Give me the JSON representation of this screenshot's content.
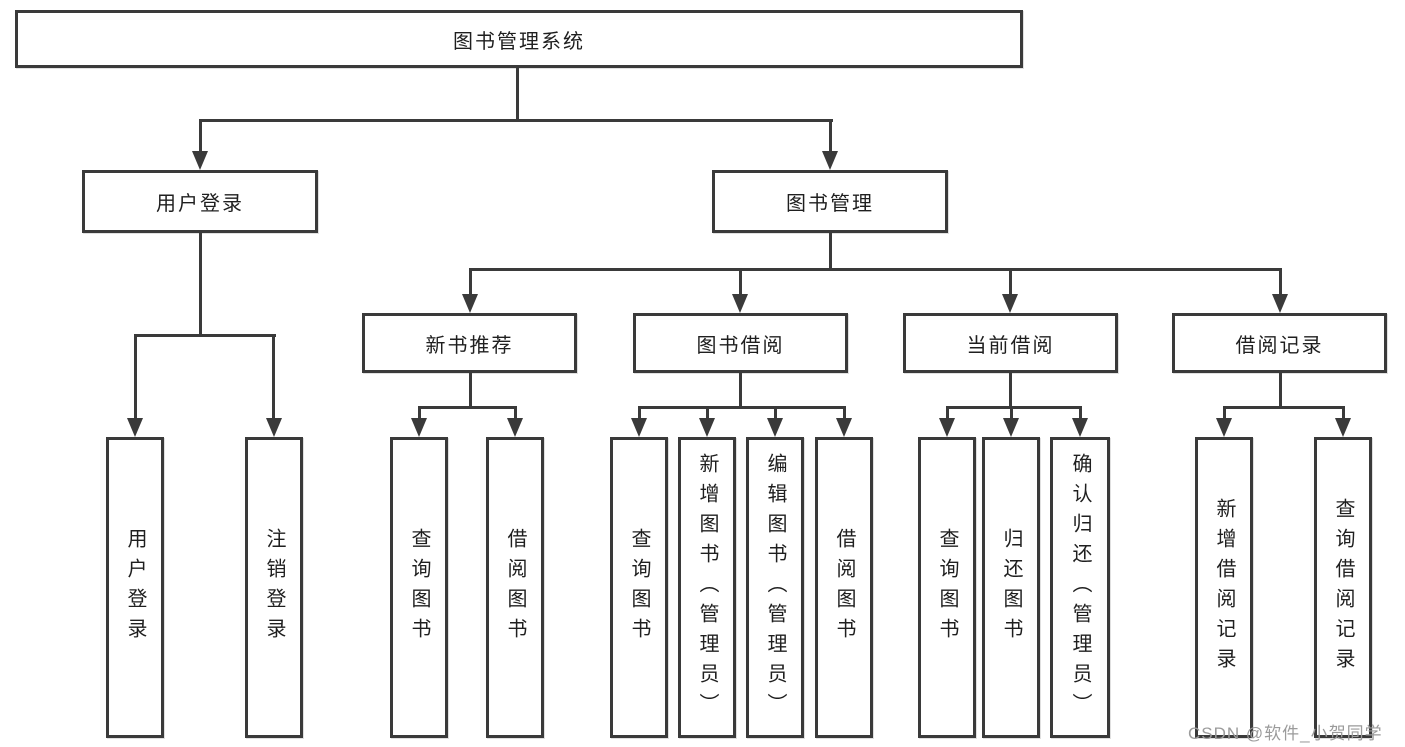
{
  "nodes": {
    "root": "图书管理系统",
    "user_login": "用户登录",
    "book_mgmt": "图书管理",
    "new_book": "新书推荐",
    "book_borrow": "图书借阅",
    "current_borrow": "当前借阅",
    "borrow_record": "借阅记录"
  },
  "leaves": {
    "user_login": [
      "用户登录",
      "注销登录"
    ],
    "new_book": [
      "查询图书",
      "借阅图书"
    ],
    "book_borrow": [
      "查询图书",
      "新增图书（管理员）",
      "编辑图书（管理员）",
      "借阅图书"
    ],
    "current_borrow": [
      "查询图书",
      "归还图书",
      "确认归还（管理员）"
    ],
    "borrow_record": [
      "新增借阅记录",
      "查询借阅记录"
    ]
  },
  "watermark": "CSDN @软件_小贺同学",
  "colors": {
    "line": "#3a3a3a",
    "text": "#1f1f1f",
    "background": "#ffffff",
    "watermark": "#9b9b9b"
  }
}
